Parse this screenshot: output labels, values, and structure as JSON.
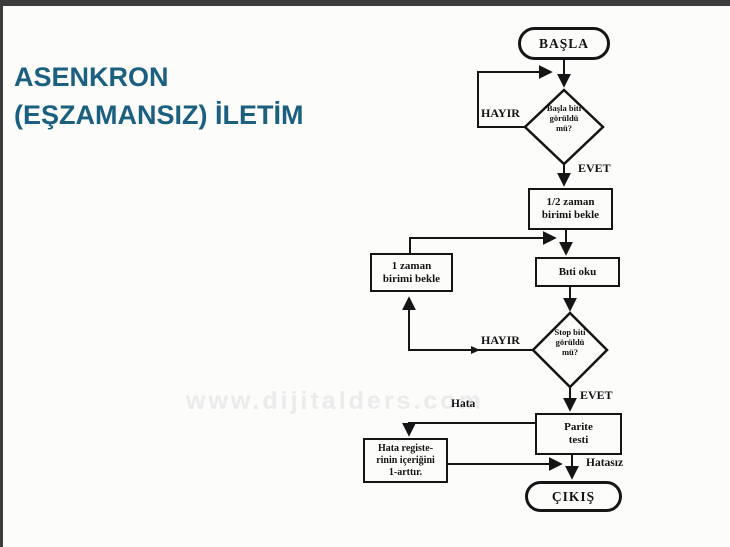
{
  "slide": {
    "title_line1": "ASENKRON",
    "title_line2": "(EŞZAMANSIZ) İLETİM",
    "title_color": "#1b607f",
    "watermark": "www.dijitalders.com"
  },
  "flowchart": {
    "start_label": "BAŞLA",
    "decision1_text": "Başla biti\ngörüldü\nmü?",
    "half_wait_text": "1/2 zaman\nbirimi bekle",
    "read_bit_text": "Bıti oku",
    "wait_one_text": "1 zaman\nbirimi bekle",
    "decision2_text": "Stop biti\ngörüldü\nmü?",
    "parity_text": "Parite\ntesti",
    "error_box_text": "Hata registe-\nrinin içeriğini\n1-arttır.",
    "exit_label": "ÇIKIŞ",
    "label_hayir1": "HAYIR",
    "label_evet1": "EVET",
    "label_hayir2": "HAYIR",
    "label_evet2": "EVET",
    "label_hata": "Hata",
    "label_hatasiz": "Hatasız",
    "ink_color": "#151515"
  }
}
